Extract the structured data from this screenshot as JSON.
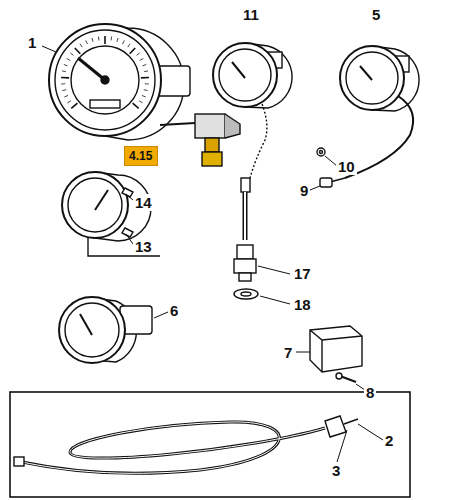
{
  "diagram": {
    "nodes": [
      {
        "text": [
          "4.15"
        ]
      }
    ],
    "labels": [
      "1",
      "11",
      "5",
      "14",
      "13",
      "10",
      "9",
      "17",
      "18",
      "6",
      "7",
      "8",
      "3",
      "2"
    ]
  }
}
